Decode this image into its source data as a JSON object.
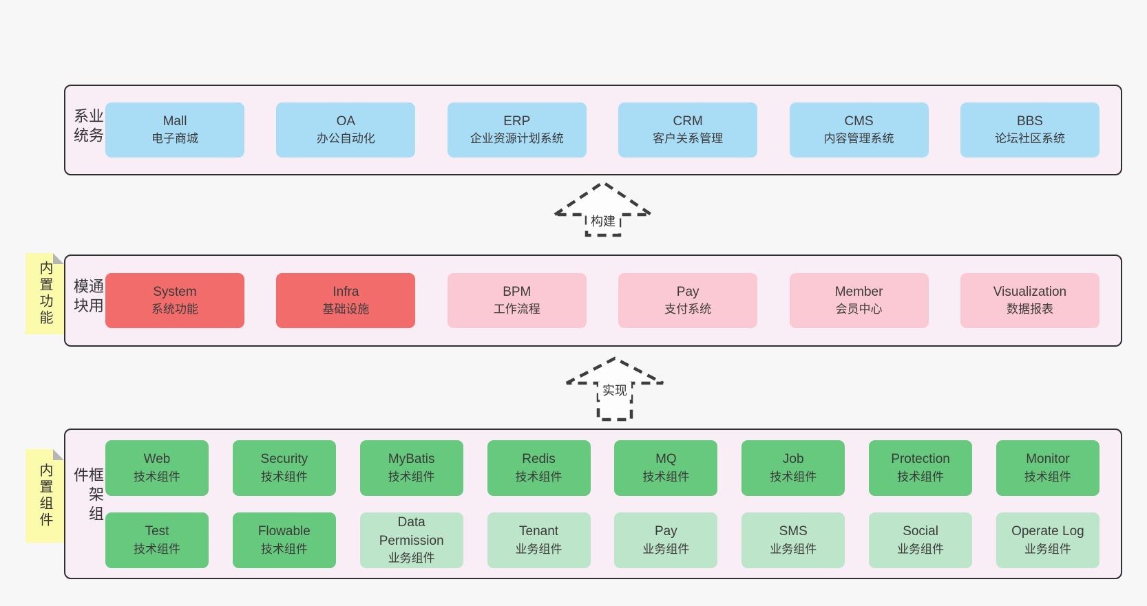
{
  "colors": {
    "page_bg": "#f7f7f7",
    "container_bg": "#f9edf6",
    "container_border": "#2f2f2f",
    "business_box": "#a9dcf5",
    "core_module_box": "#f36c6c",
    "optional_module_box": "#fbc9d3",
    "tech_component_box": "#67c97d",
    "biz_component_box": "#bce5c9",
    "note_yellow": "#fbfbab"
  },
  "layers": [
    {
      "label": "业务系统",
      "boxes": [
        {
          "name": "Mall",
          "desc": "电子商城"
        },
        {
          "name": "OA",
          "desc": "办公自动化"
        },
        {
          "name": "ERP",
          "desc": "企业资源计划系统"
        },
        {
          "name": "CRM",
          "desc": "客户关系管理"
        },
        {
          "name": "CMS",
          "desc": "内容管理系统"
        },
        {
          "name": "BBS",
          "desc": "论坛社区系统"
        }
      ]
    },
    {
      "label": "通用模块",
      "note": "内置功能",
      "boxes": [
        {
          "name": "System",
          "desc": "系统功能"
        },
        {
          "name": "Infra",
          "desc": "基础设施"
        },
        {
          "name": "BPM",
          "desc": "工作流程"
        },
        {
          "name": "Pay",
          "desc": "支付系统"
        },
        {
          "name": "Member",
          "desc": "会员中心"
        },
        {
          "name": "Visualization",
          "desc": "数据报表"
        }
      ]
    },
    {
      "label": "框架组件",
      "note": "内置组件",
      "rows": [
        [
          {
            "name": "Web",
            "desc": "技术组件"
          },
          {
            "name": "Security",
            "desc": "技术组件"
          },
          {
            "name": "MyBatis",
            "desc": "技术组件"
          },
          {
            "name": "Redis",
            "desc": "技术组件"
          },
          {
            "name": "MQ",
            "desc": "技术组件"
          },
          {
            "name": "Job",
            "desc": "技术组件"
          },
          {
            "name": "Protection",
            "desc": "技术组件"
          },
          {
            "name": "Monitor",
            "desc": "技术组件"
          }
        ],
        [
          {
            "name": "Test",
            "desc": "技术组件"
          },
          {
            "name": "Flowable",
            "desc": "技术组件"
          },
          {
            "name": "Data\nPermission",
            "desc": "业务组件"
          },
          {
            "name": "Tenant",
            "desc": "业务组件"
          },
          {
            "name": "Pay",
            "desc": "业务组件"
          },
          {
            "name": "SMS",
            "desc": "业务组件"
          },
          {
            "name": "Social",
            "desc": "业务组件"
          },
          {
            "name": "Operate Log",
            "desc": "业务组件"
          }
        ]
      ]
    }
  ],
  "arrows": [
    {
      "label": "构建"
    },
    {
      "label": "实现"
    }
  ]
}
